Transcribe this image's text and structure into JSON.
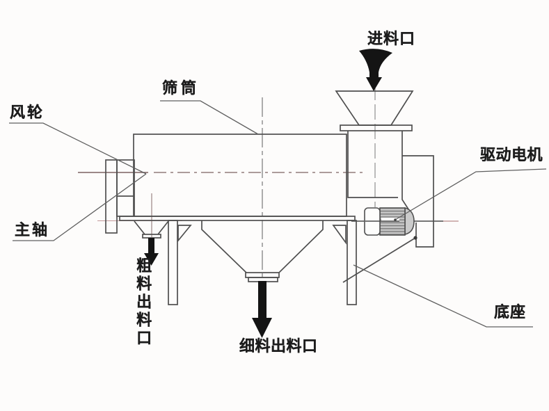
{
  "diagram": {
    "labels": {
      "feed_inlet": "进料口",
      "sieve_drum": "筛筒",
      "wind_wheel": "风轮",
      "main_shaft": "主轴",
      "drive_motor": "驱动电机",
      "coarse_outlet": "粗料出料口",
      "fine_outlet": "细料出料口",
      "base": "底座"
    },
    "colors": {
      "line": "#4f4f4f",
      "leader": "#5f5f5f",
      "centerline": "#7d6262",
      "centerline_gray": "#787878",
      "axis_red": "#b98a8a",
      "arrow_fill": "#141414",
      "text": "#1d1d1d",
      "background": "#fcfbfa",
      "hatch_fill": "#c4c4c4",
      "cap_fill": "#cbcbcb"
    }
  }
}
